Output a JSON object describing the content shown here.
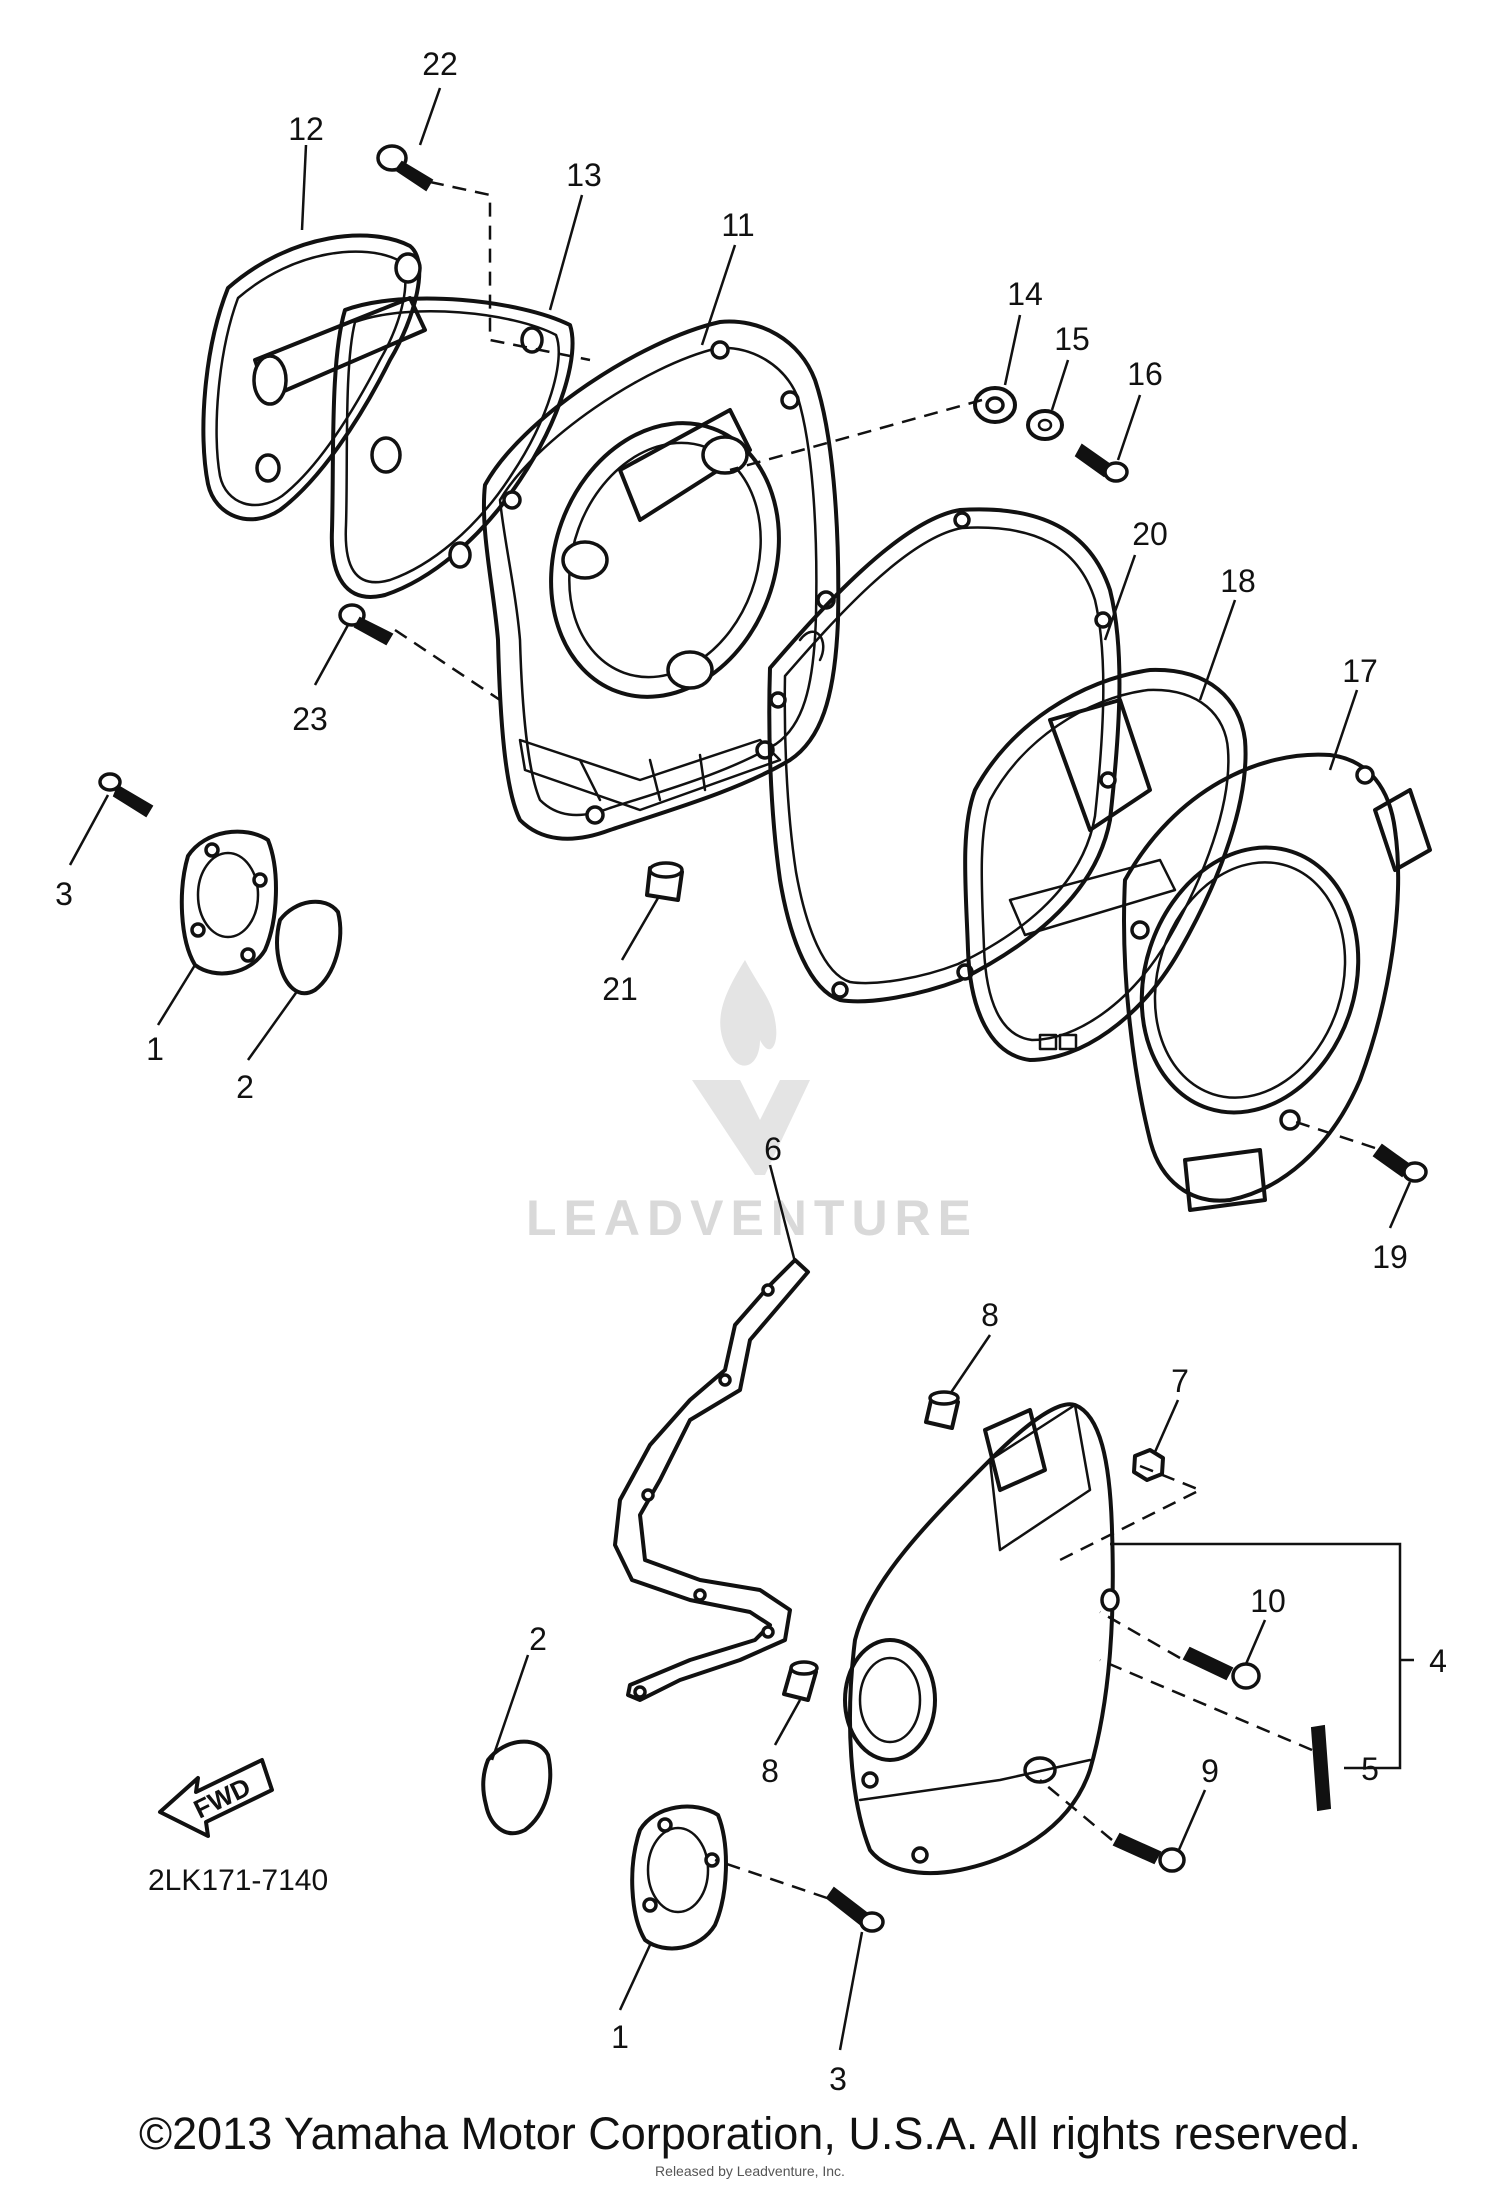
{
  "diagram": {
    "callouts": {
      "n1a": "1",
      "n1b": "1",
      "n2a": "2",
      "n2b": "2",
      "n3a": "3",
      "n3b": "3",
      "n4": "4",
      "n5": "5",
      "n6": "6",
      "n7": "7",
      "n8a": "8",
      "n8b": "8",
      "n9": "9",
      "n10": "10",
      "n11": "11",
      "n12": "12",
      "n13": "13",
      "n14": "14",
      "n15": "15",
      "n16": "16",
      "n17": "17",
      "n18": "18",
      "n19": "19",
      "n20": "20",
      "n21": "21",
      "n22": "22",
      "n23": "23"
    },
    "part_number": "2LK171-7140",
    "fwd_label": "FWD"
  },
  "watermark": {
    "brand": "LEADVENTURE",
    "small_text": "Released by Leadventure, Inc."
  },
  "footer": {
    "copyright": "©2013 Yamaha Motor Corporation, U.S.A. All rights reserved."
  }
}
